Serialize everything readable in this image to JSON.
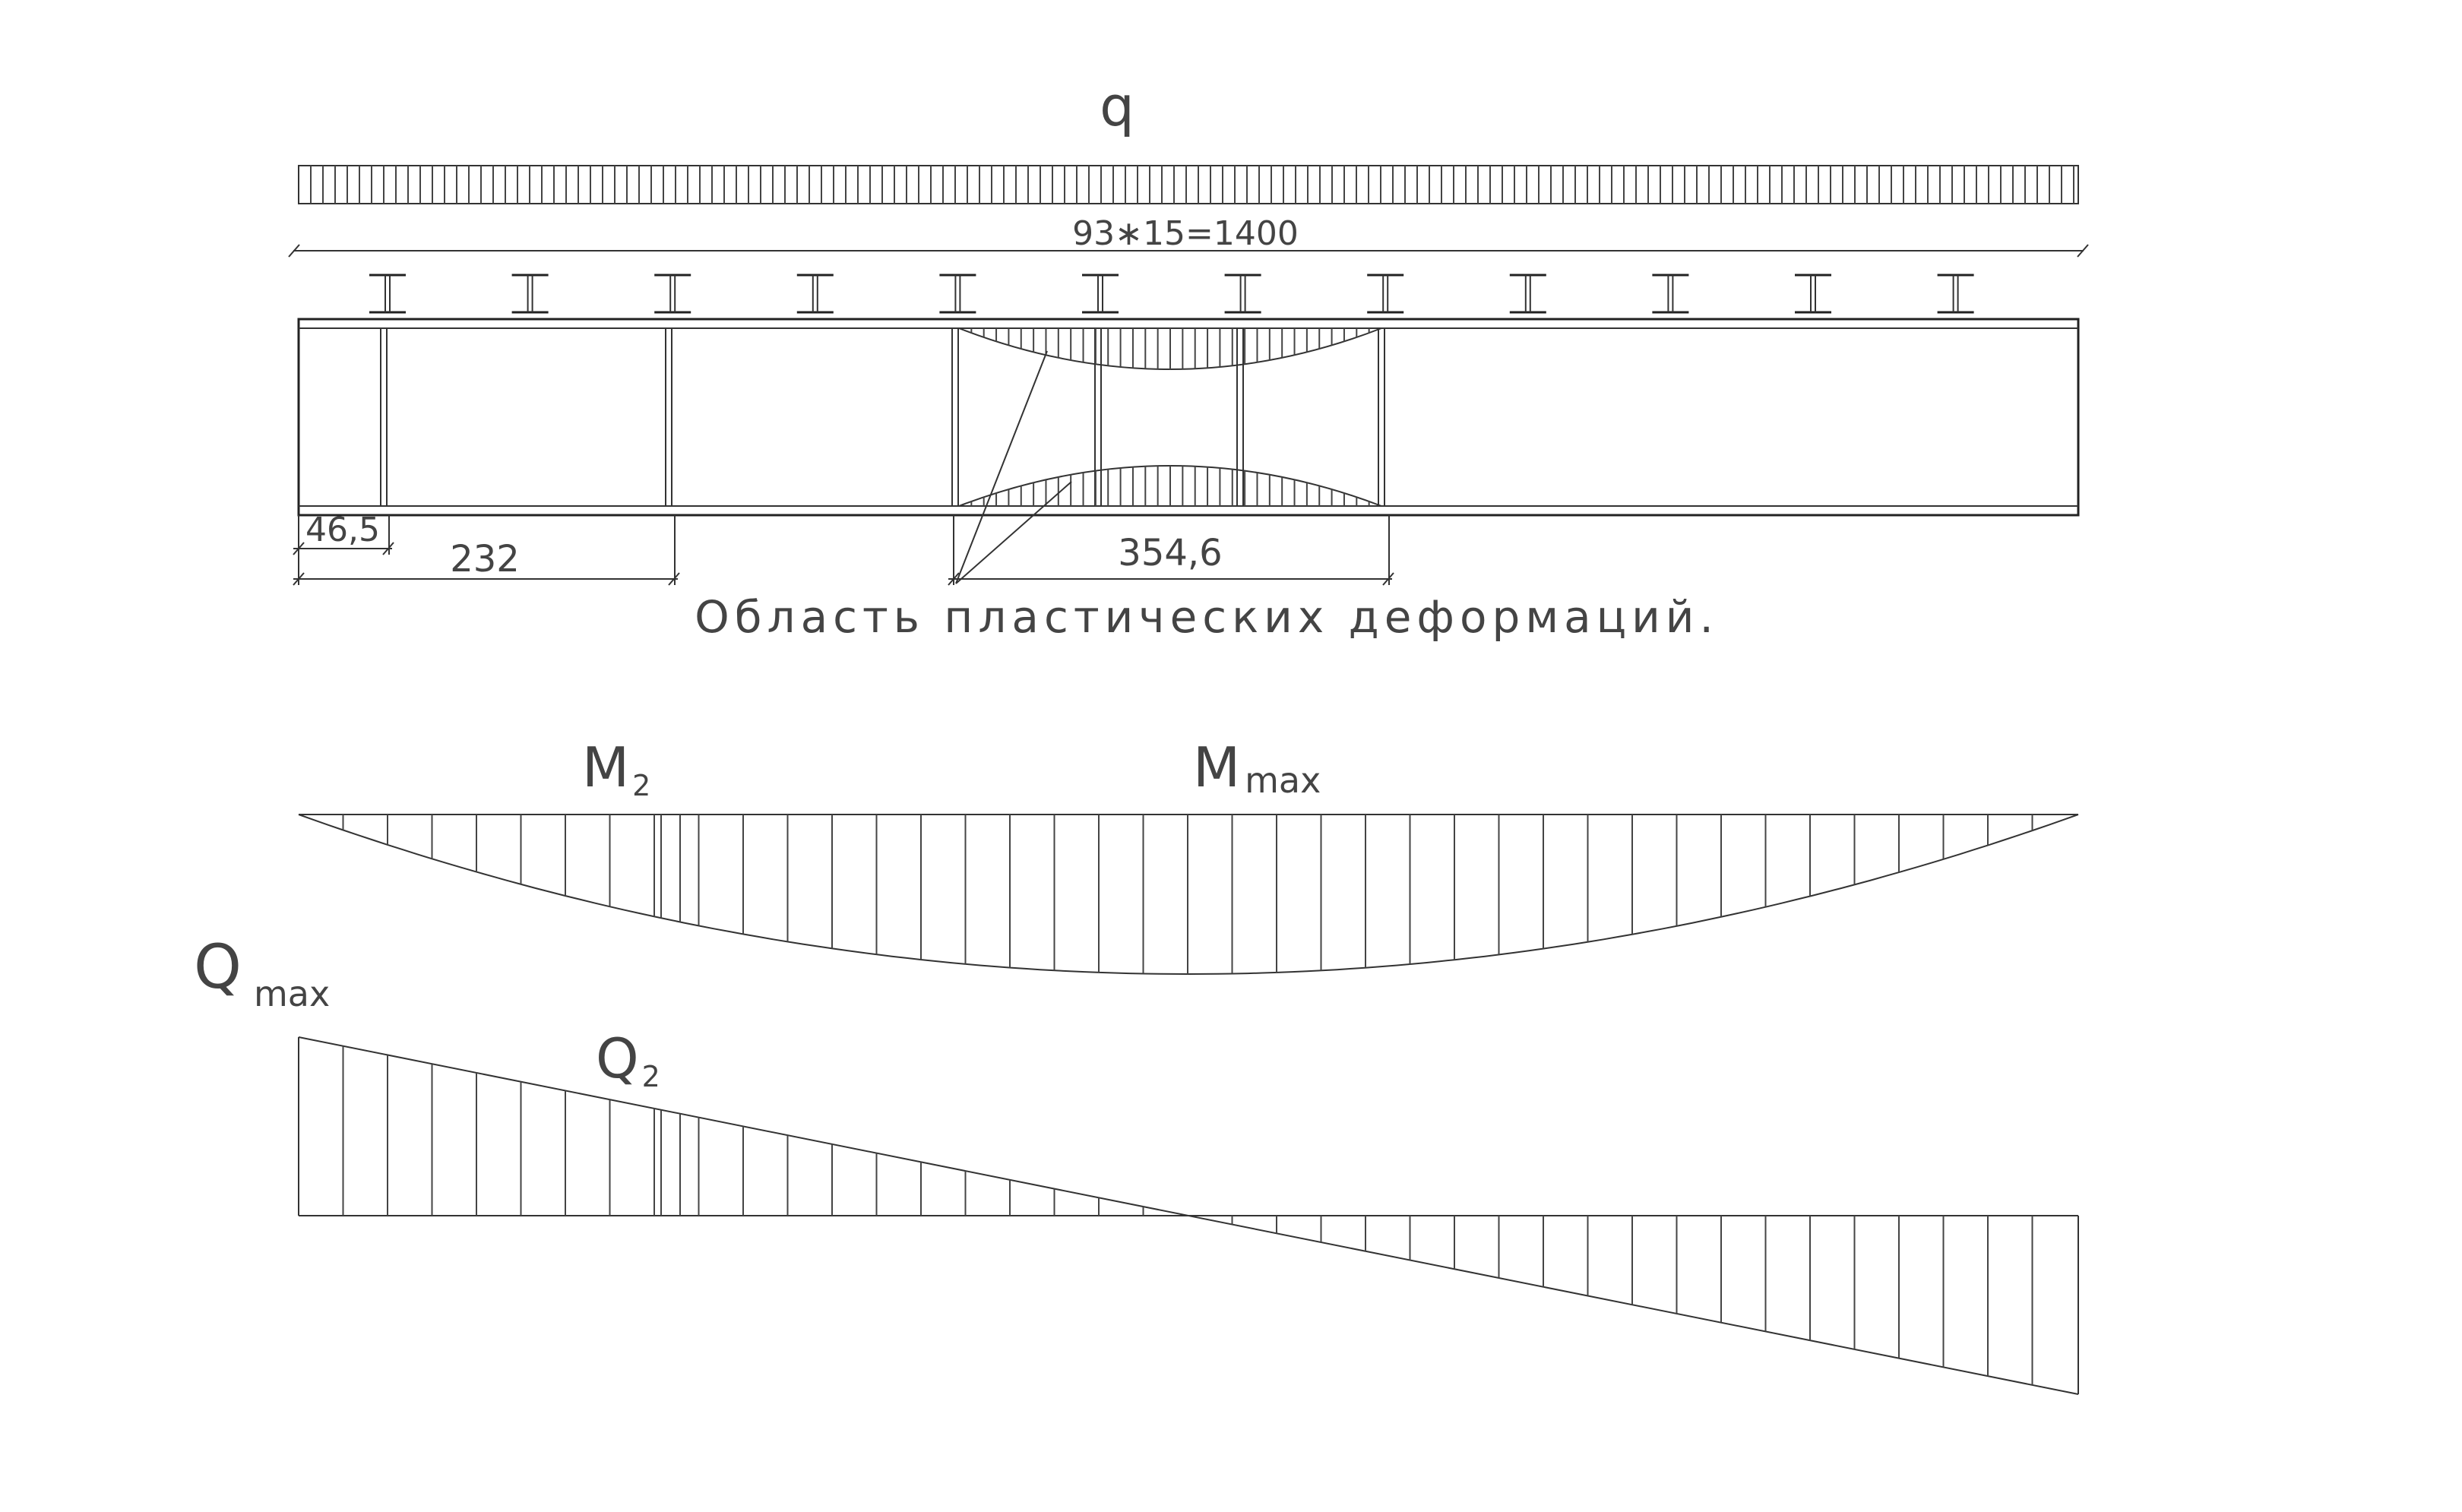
{
  "load": {
    "label": "q",
    "dimension": "93∗15=1400"
  },
  "beam": {
    "dim_end_stiffener": "46,5",
    "dim_stiffener_spacing": "232",
    "dim_plastic_zone": "354,6",
    "plastic_zone_caption": "Область пластических деформаций."
  },
  "moment_diagram": {
    "label_m2_main": "M",
    "label_m2_sub": "2",
    "label_mmax_main": "M",
    "label_mmax_sub": "max"
  },
  "shear_diagram": {
    "label_qmax_main": "Q",
    "label_qmax_sub": "max",
    "label_q2_main": "Q",
    "label_q2_sub": "2"
  },
  "colors": {
    "line": "#222222",
    "text": "#444444",
    "background": "#ffffff"
  }
}
